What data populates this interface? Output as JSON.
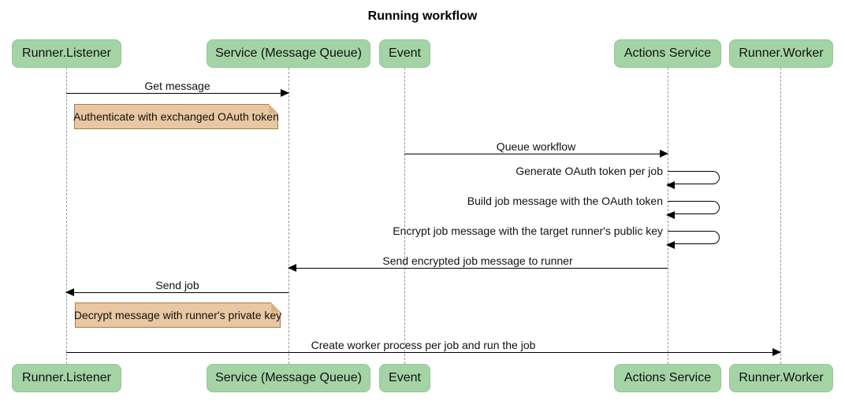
{
  "title": "Running workflow",
  "actors": [
    {
      "label": "Runner.Listener"
    },
    {
      "label": "Service (Message Queue)"
    },
    {
      "label": "Event"
    },
    {
      "label": "Actions Service"
    },
    {
      "label": "Runner.Worker"
    }
  ],
  "messages": [
    {
      "label": "Get message",
      "from": "Runner.Listener",
      "to": "Service (Message Queue)",
      "direction": "right"
    },
    {
      "label": "Queue workflow",
      "from": "Event",
      "to": "Actions Service",
      "direction": "right"
    },
    {
      "label": "Generate OAuth token per job",
      "from": "Actions Service",
      "to": "Actions Service",
      "direction": "self"
    },
    {
      "label": "Build job message with the OAuth token",
      "from": "Actions Service",
      "to": "Actions Service",
      "direction": "self"
    },
    {
      "label": "Encrypt job message with the target runner's public key",
      "from": "Actions Service",
      "to": "Actions Service",
      "direction": "self"
    },
    {
      "label": "Send encrypted job message to runner",
      "from": "Actions Service",
      "to": "Service (Message Queue)",
      "direction": "left"
    },
    {
      "label": "Send job",
      "from": "Service (Message Queue)",
      "to": "Runner.Listener",
      "direction": "left"
    },
    {
      "label": "Create worker process per job and run the job",
      "from": "Runner.Listener",
      "to": "Runner.Worker",
      "direction": "right"
    }
  ],
  "notes": [
    {
      "label": "Authenticate with exchanged OAuth token"
    },
    {
      "label": "Decrypt message with runner's private key"
    }
  ],
  "colors": {
    "actor_fill": "#a4d4a6",
    "actor_border": "#93c795",
    "note_fill": "#e9c7a2",
    "note_border": "#aa7d45",
    "note_fold": "#d9b184",
    "line": "#000000",
    "lifeline": "#999999"
  }
}
